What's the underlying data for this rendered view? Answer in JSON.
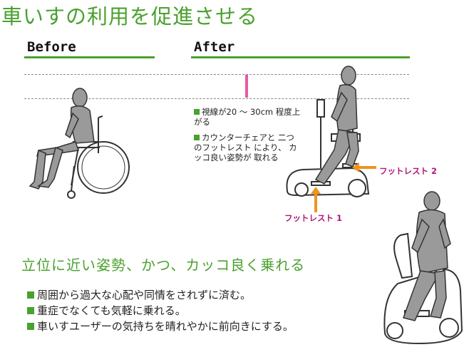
{
  "title": "車いすの利用を促進させる",
  "before": {
    "label": "Before"
  },
  "after": {
    "label": "After",
    "notes": [
      "視線が20 ～ 30cm 程度上がる",
      "カウンターチェアと 二つのフットレスト により、 カッコ良い姿勢が 取れる"
    ],
    "footrest_1": "フットレスト 1",
    "footrest_2": "フットレスト 2"
  },
  "subheading": "立位に近い姿勢、かつ、カッコ良く乗れる",
  "bullets": [
    "周囲から過大な心配や同情をされずに済む。",
    "重症でなくても気軽に乗れる。",
    "車いすユーザーの気持ちを晴れやかに前向きにする。"
  ],
  "colors": {
    "accent_green": "#4aa12e",
    "highlight_pink": "#e75aa5",
    "label_magenta": "#b0187a",
    "arrow_orange": "#f0931e",
    "figure_gray": "#9a9a9a"
  },
  "icons": [
    "square-bullet-icon",
    "arrow-up-icon",
    "arrow-left-icon"
  ]
}
